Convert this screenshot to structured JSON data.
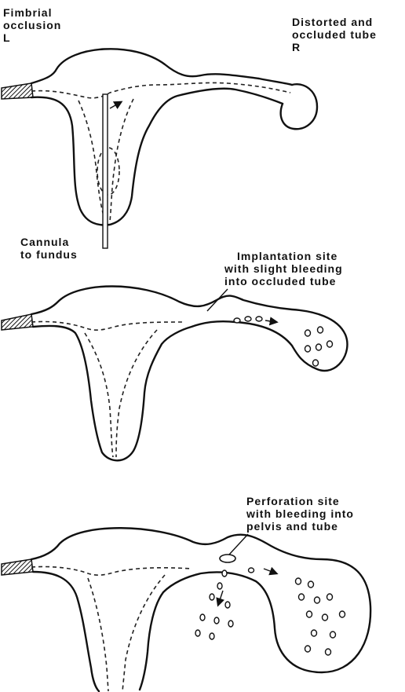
{
  "labels": {
    "fimbrial": [
      "Fimbrial",
      "occlusion",
      "L"
    ],
    "distorted": [
      "Distorted and",
      "occluded tube",
      "R"
    ],
    "cannula": [
      "Cannula",
      "to fundus"
    ],
    "implantation": [
      "Implantation site",
      "with slight bleeding",
      "into occluded tube"
    ],
    "perforation": [
      "Perforation site",
      "with bleeding into",
      "pelvis and tube"
    ]
  }
}
